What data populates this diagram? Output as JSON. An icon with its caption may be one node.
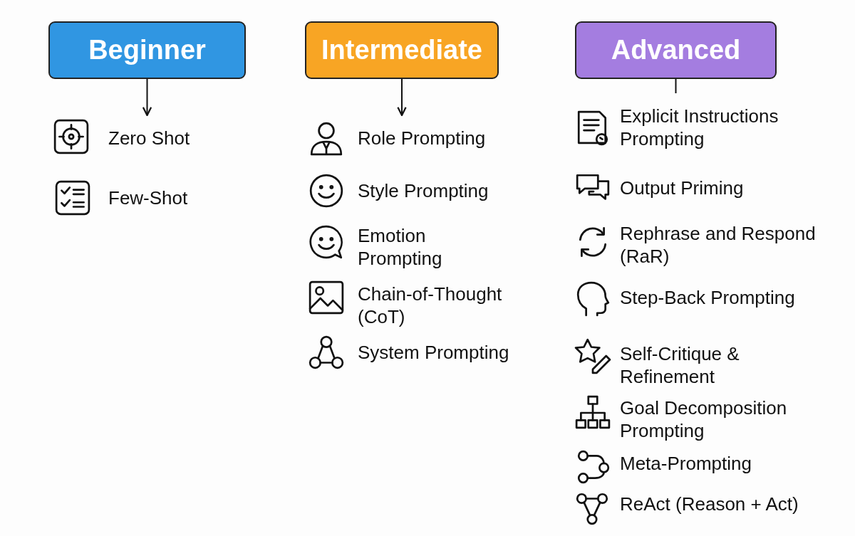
{
  "diagram": {
    "nodes": [
      {
        "text": [
          "Beginner"
        ]
      },
      {
        "text": [
          "Intermediate"
        ]
      },
      {
        "text": [
          "Advanced"
        ]
      },
      {
        "text": [
          "Zero Shot"
        ]
      },
      {
        "text": [
          "Role Prompting"
        ]
      },
      {
        "text": [
          "Explicit Instructions Prompting"
        ]
      }
    ],
    "edges": [
      {
        "from": 0,
        "to": 3,
        "arrow": "to"
      },
      {
        "from": 1,
        "to": 4,
        "arrow": "to"
      },
      {
        "from": 2,
        "to": 5,
        "arrow": "none"
      }
    ],
    "labels": [
      "Few-Shot",
      "Style Prompting",
      "Emotion Prompting",
      "Chain-of-Thought (CoT)",
      "System Prompting",
      "Output Priming",
      "Rephrase and Respond (RaR)",
      "Step-Back Prompting",
      "Self-Critique & Refinement",
      "Goal Decomposition Prompting",
      "Meta-Prompting",
      "ReAct (Reason + Act)"
    ]
  }
}
